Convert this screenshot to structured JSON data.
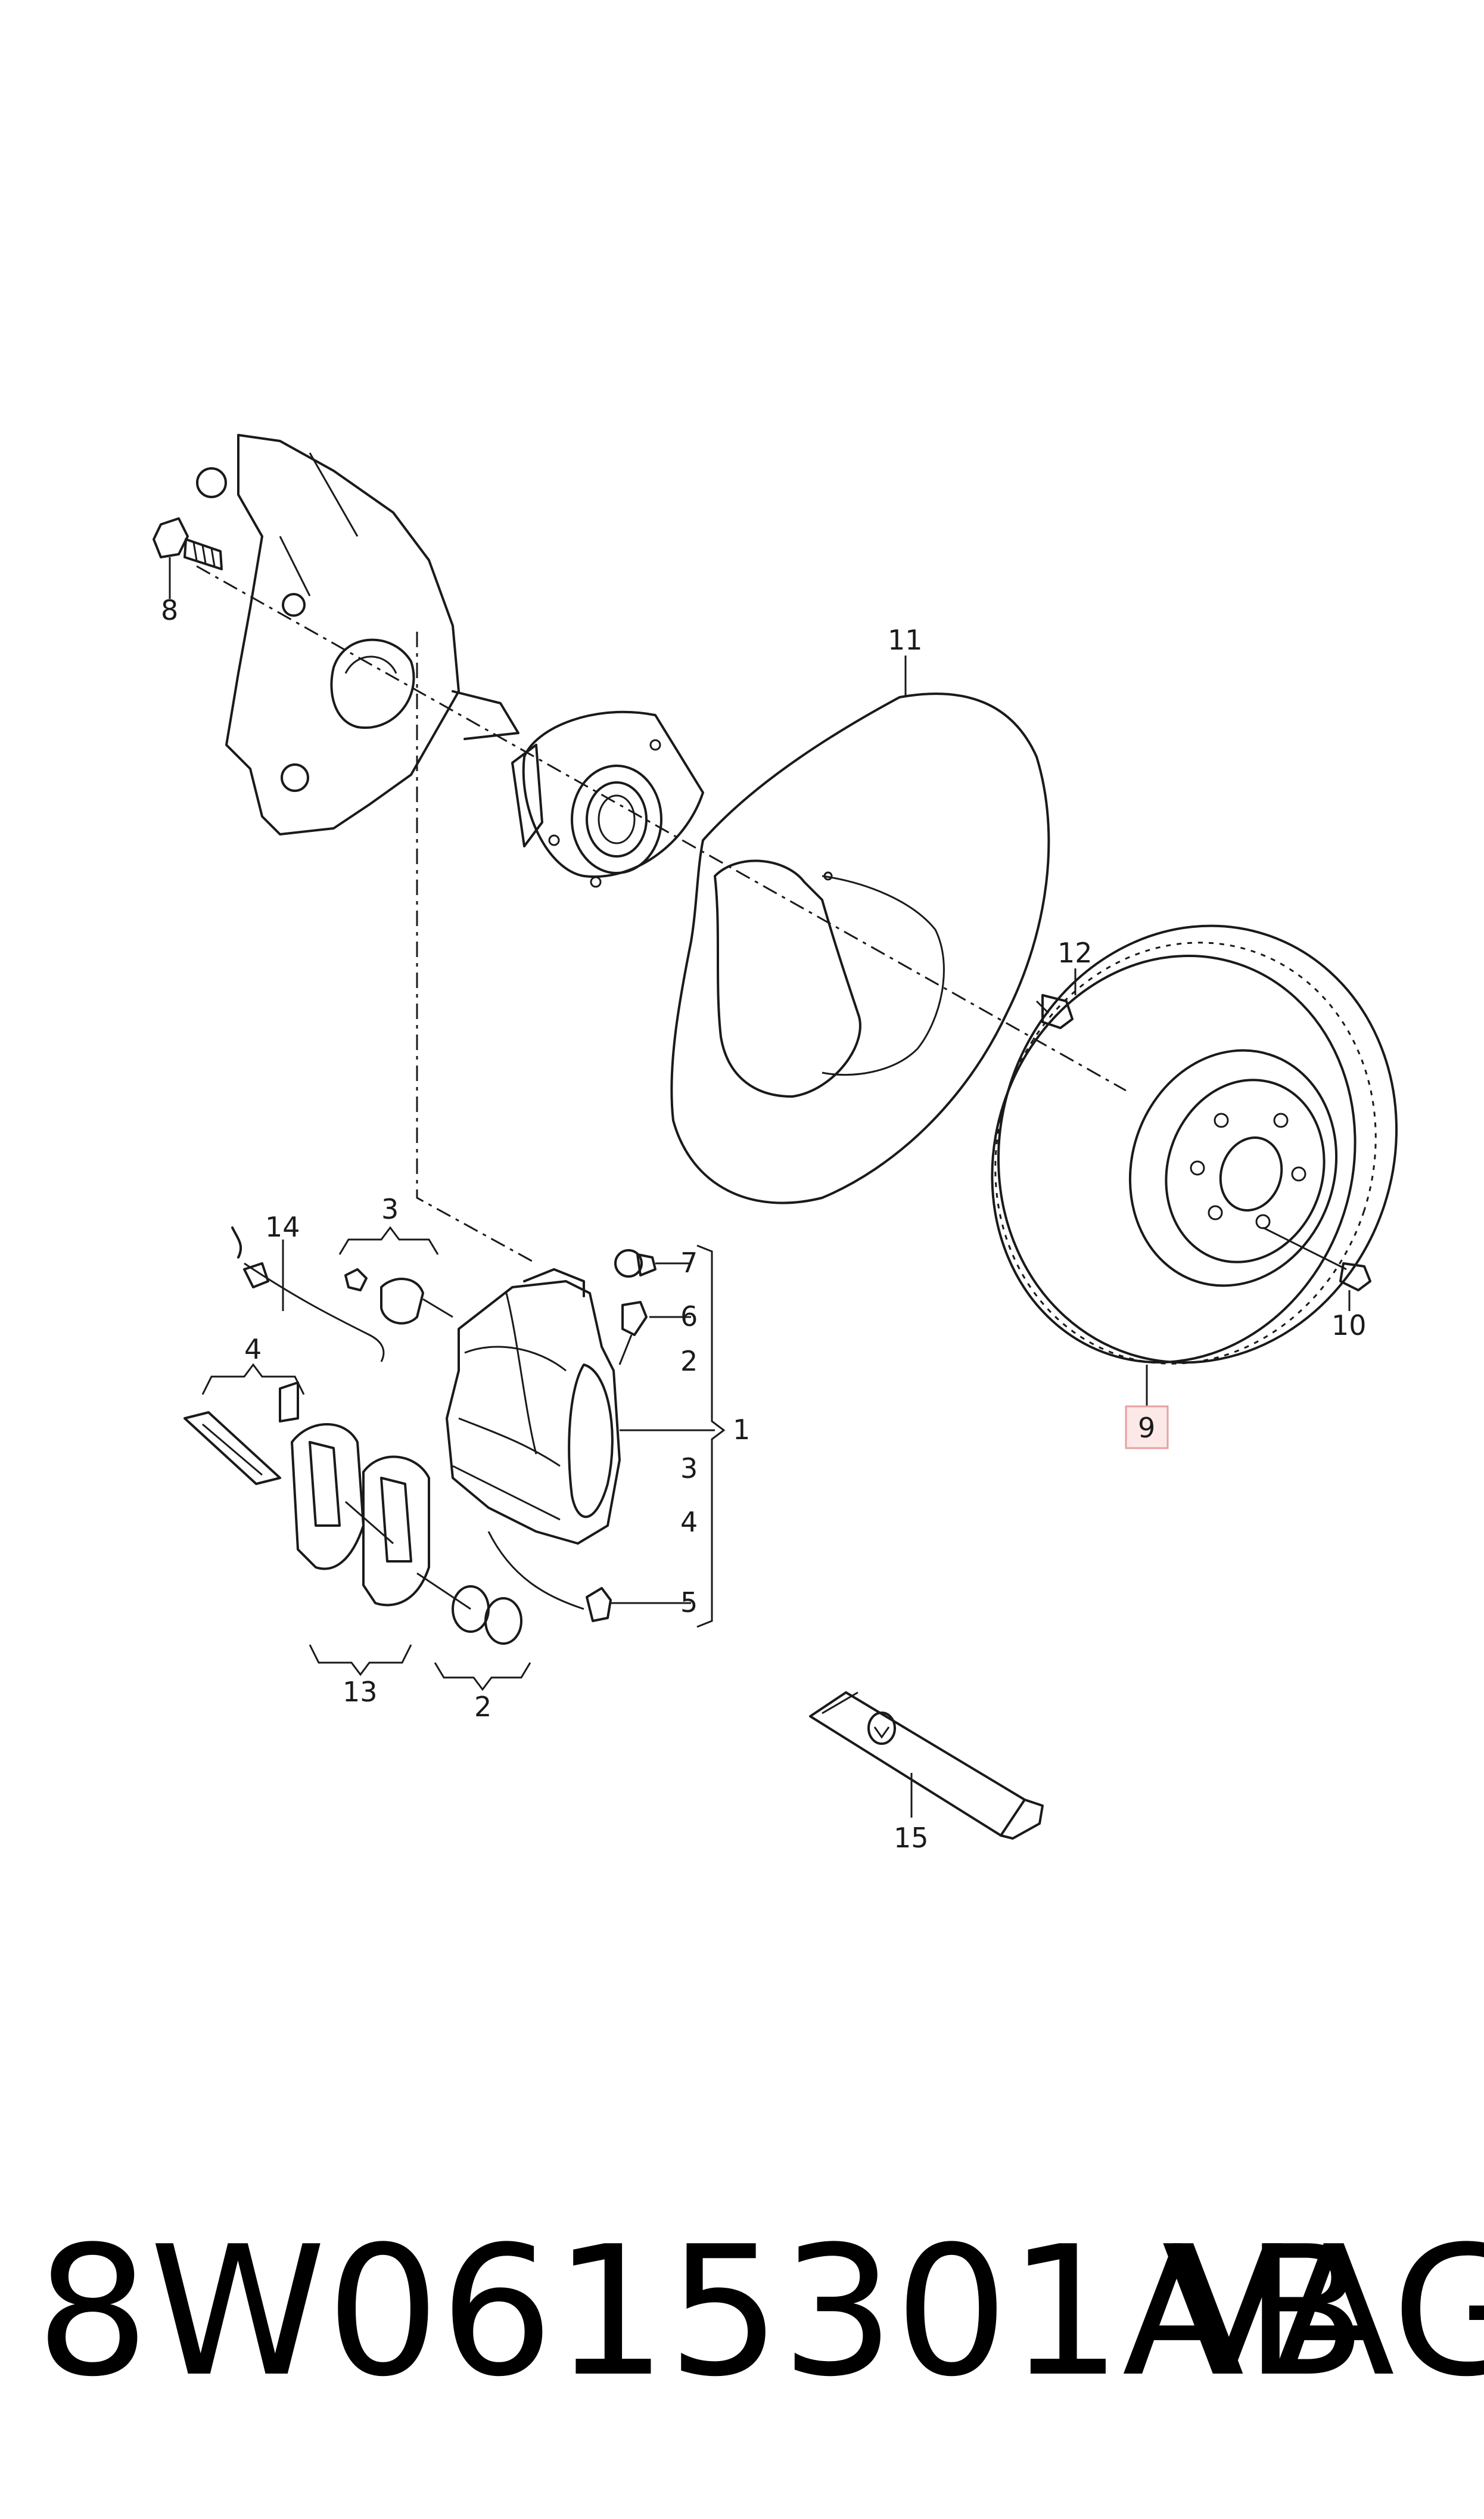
{
  "callouts": {
    "c1": "1",
    "c2a": "2",
    "c2b": "2",
    "c3a": "3",
    "c3b": "3",
    "c4a": "4",
    "c4b": "4",
    "c5": "5",
    "c6": "6",
    "c7": "7",
    "c8": "8",
    "c9": "9",
    "c10": "10",
    "c11": "11",
    "c12": "12",
    "c13": "13",
    "c14": "14",
    "c15": "15"
  },
  "highlighted_callout": "9",
  "caption": {
    "part_number": "8W0615301AB",
    "brand": "VAG"
  },
  "colors": {
    "line": "#1a1a1a",
    "highlight_fill": "#fde8e8",
    "highlight_border": "#e8a0a0"
  }
}
